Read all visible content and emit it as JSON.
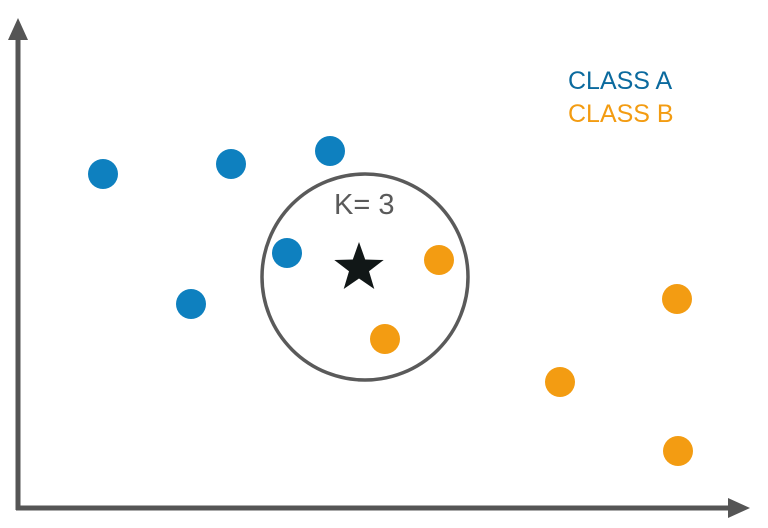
{
  "colors": {
    "class_a": "#0E80BF",
    "class_b": "#F39C12",
    "class_a_text": "#0B6A9E",
    "axis": "#555555",
    "circle": "#5a5a5a",
    "star": "#111717"
  },
  "legend": {
    "class_a": "CLASS A",
    "class_b": "CLASS B"
  },
  "k_label": "K= 3",
  "points": [
    "A",
    "A",
    "A",
    "A",
    "A",
    "B",
    "B",
    "B",
    "B",
    "B"
  ],
  "query_icon": "star-icon"
}
